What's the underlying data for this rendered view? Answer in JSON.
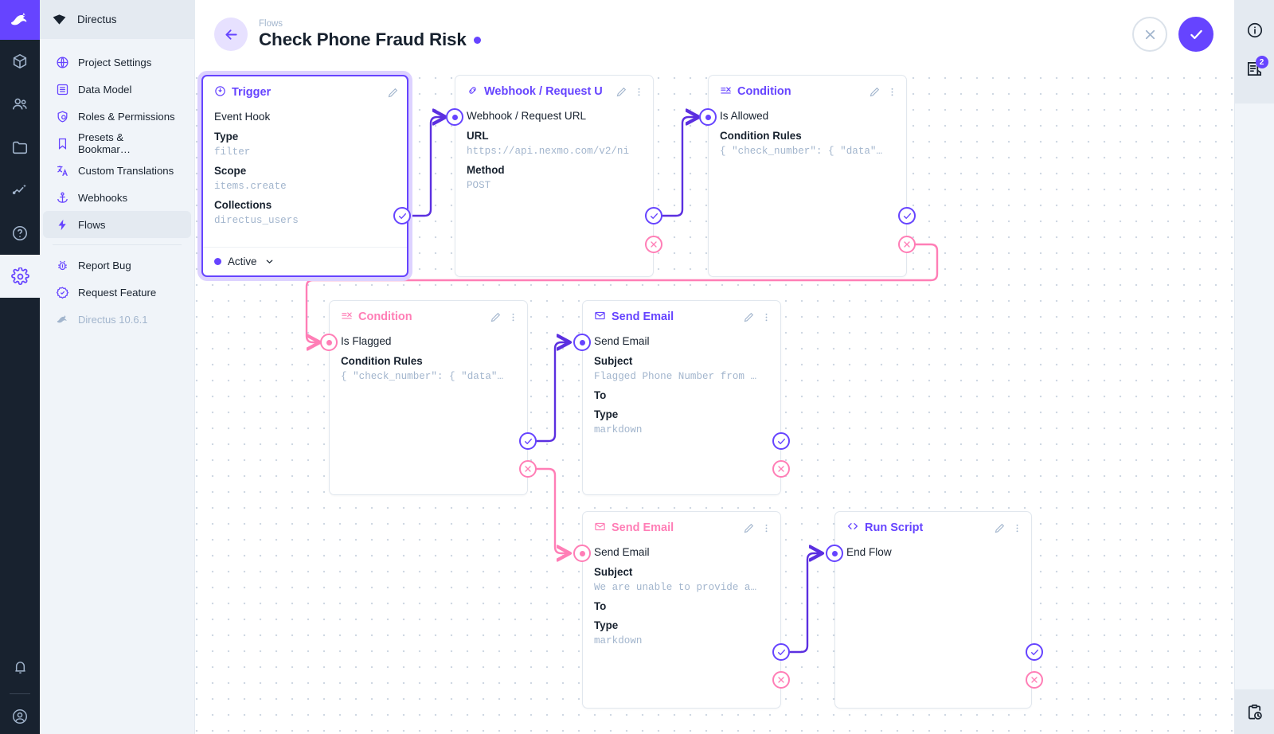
{
  "modulebar": {
    "logo_icon": "directus-rabbit-logo",
    "items": [
      {
        "icon": "box-icon",
        "name": "content"
      },
      {
        "icon": "users-icon",
        "name": "user-directory"
      },
      {
        "icon": "folder-icon",
        "name": "file-library"
      },
      {
        "icon": "insights-icon",
        "name": "insights"
      },
      {
        "icon": "help-icon",
        "name": "help"
      }
    ],
    "active_item": {
      "icon": "gear-icon",
      "name": "settings"
    },
    "bottom": [
      {
        "icon": "bell-icon",
        "name": "notifications"
      },
      {
        "icon": "account-icon",
        "name": "account"
      }
    ]
  },
  "sidebar": {
    "project_name": "Directus",
    "project_icon": "directus-diamond-icon",
    "items": [
      {
        "label": "Project Settings",
        "icon": "public-icon"
      },
      {
        "label": "Data Model",
        "icon": "list-alt-icon"
      },
      {
        "label": "Roles & Permissions",
        "icon": "shield-person-icon"
      },
      {
        "label": "Presets & Bookmar…",
        "icon": "bookmark-icon"
      },
      {
        "label": "Custom Translations",
        "icon": "translate-icon"
      },
      {
        "label": "Webhooks",
        "icon": "anchor-icon"
      },
      {
        "label": "Flows",
        "icon": "bolt-icon",
        "active": true
      }
    ],
    "bottom_items": [
      {
        "label": "Report Bug",
        "icon": "bug-icon"
      },
      {
        "label": "Request Feature",
        "icon": "verified-icon"
      }
    ],
    "version": "Directus 10.6.1",
    "version_icon": "rabbit-icon"
  },
  "header": {
    "back_icon": "arrow-left-icon",
    "breadcrumb": "Flows",
    "title": "Check Phone Fraud Risk",
    "status_dot_color": "#6644ff",
    "cancel_icon": "close-icon",
    "save_icon": "check-icon"
  },
  "right_rail": {
    "info_icon": "info-icon",
    "logs_icon": "logs-icon",
    "logs_badge": "2",
    "activity_icon": "clipboard-clock-icon"
  },
  "colors": {
    "accent": "#6644ff",
    "rose": "#ff7eb6",
    "sidebar_bg": "#f0f4f9",
    "module_bg": "#18222f",
    "muted_text": "#a2b5cd"
  },
  "flow": {
    "panels": [
      {
        "id": "trigger",
        "type_label": "Trigger",
        "type_icon": "trigger-bolt-circle-icon",
        "accent": "purple",
        "selected": true,
        "name": "Event Hook",
        "fields": [
          {
            "label": "Type",
            "value": "filter"
          },
          {
            "label": "Scope",
            "value": "items.create"
          },
          {
            "label": "Collections",
            "value": "directus_users"
          }
        ],
        "footer": {
          "status": "Active",
          "chevron": "chevron-down-icon"
        },
        "tools": {
          "edit": "pencil-icon"
        }
      },
      {
        "id": "webhook",
        "type_label": "Webhook / Request U",
        "type_icon": "link-icon",
        "accent": "purple",
        "selected": false,
        "name": "Webhook / Request URL",
        "fields": [
          {
            "label": "URL",
            "value": "https://api.nexmo.com/v2/ni"
          },
          {
            "label": "Method",
            "value": "POST"
          }
        ],
        "tools": {
          "edit": "pencil-icon",
          "more": "more-vertical-icon"
        }
      },
      {
        "id": "condition-allowed",
        "type_label": "Condition",
        "type_icon": "rule-icon",
        "accent": "purple",
        "selected": false,
        "name": "Is Allowed",
        "fields": [
          {
            "label": "Condition Rules",
            "value": "{ \"check_number\": { \"data\"…"
          }
        ],
        "tools": {
          "edit": "pencil-icon",
          "more": "more-vertical-icon"
        }
      },
      {
        "id": "condition-flagged",
        "type_label": "Condition",
        "type_icon": "rule-icon",
        "accent": "rose",
        "selected": false,
        "name": "Is Flagged",
        "fields": [
          {
            "label": "Condition Rules",
            "value": "{ \"check_number\": { \"data\"…"
          }
        ],
        "tools": {
          "edit": "pencil-icon",
          "more": "more-vertical-icon"
        }
      },
      {
        "id": "send-email-flagged",
        "type_label": "Send Email",
        "type_icon": "mail-icon",
        "accent": "purple",
        "selected": false,
        "name": "Send Email",
        "fields": [
          {
            "label": "Subject",
            "value": "Flagged Phone Number from …"
          },
          {
            "label": "To",
            "value": ""
          },
          {
            "label": "Type",
            "value": "markdown"
          }
        ],
        "tools": {
          "edit": "pencil-icon",
          "more": "more-vertical-icon"
        }
      },
      {
        "id": "send-email-unable",
        "type_label": "Send Email",
        "type_icon": "mail-icon",
        "accent": "rose",
        "selected": false,
        "name": "Send Email",
        "fields": [
          {
            "label": "Subject",
            "value": "We are unable to provide a…"
          },
          {
            "label": "To",
            "value": ""
          },
          {
            "label": "Type",
            "value": "markdown"
          }
        ],
        "tools": {
          "edit": "pencil-icon",
          "more": "more-vertical-icon"
        }
      },
      {
        "id": "run-script",
        "type_label": "Run Script",
        "type_icon": "code-icon",
        "accent": "purple",
        "selected": false,
        "name": "End Flow",
        "fields": [],
        "tools": {
          "edit": "pencil-icon",
          "more": "more-vertical-icon"
        }
      }
    ]
  }
}
